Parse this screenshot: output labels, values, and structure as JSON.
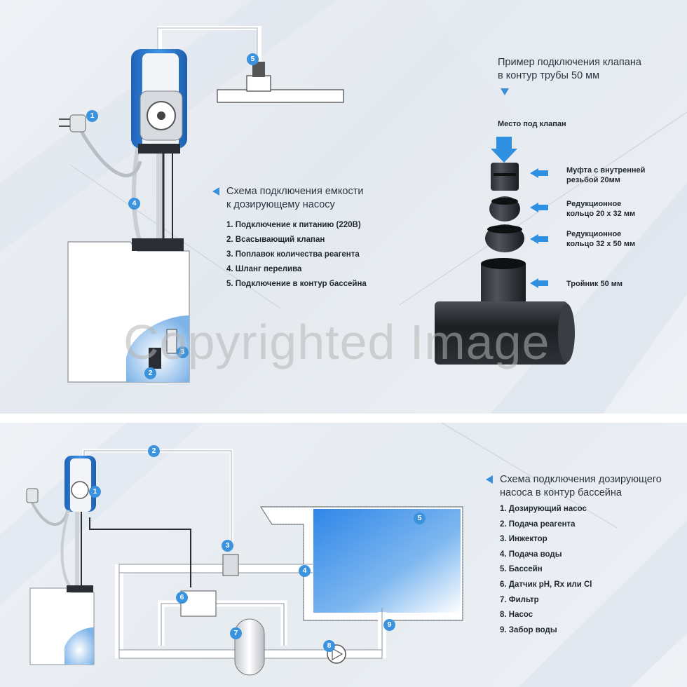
{
  "top": {
    "valve_heading": [
      "Пример подключения клапана",
      "в контур трубы 50 мм"
    ],
    "tank_heading": [
      "Схема подключения емкости",
      "к дозирующему насосу"
    ],
    "tank_list": [
      "1. Подключение к питанию  (220В)",
      "2. Всасывающий клапан",
      "3. Поплавок количества реагента",
      "4. Шланг перелива",
      "5. Подключение в контур бассейна"
    ],
    "valve_place_label": "Место под клапан",
    "parts": [
      [
        "Муфта с внутренней",
        "резьбой 20мм"
      ],
      [
        "Редукционное",
        "кольцо 20 х 32 мм"
      ],
      [
        "Редукционное",
        "кольцо 32 х 50 мм"
      ],
      [
        "Тройник 50 мм"
      ]
    ],
    "badges": [
      "1",
      "2",
      "3",
      "4",
      "5"
    ]
  },
  "bottom": {
    "heading": [
      "Схема подключения дозирующего",
      "насоса в контур бассейна"
    ],
    "list": [
      "1. Дозирующий насос",
      "2. Подача реагента",
      "3. Инжектор",
      "4. Подача воды",
      "5. Бассейн",
      "6. Датчик pH, Rx или Cl",
      "7. Фильтр",
      "8. Насос",
      "9. Забор воды"
    ],
    "badges": [
      "1",
      "2",
      "3",
      "4",
      "5",
      "6",
      "7",
      "8",
      "9"
    ]
  },
  "watermark": "Copyrighted Image",
  "colors": {
    "accent": "#3b93dd",
    "pump_blue": "#2f7fd0",
    "pipe_dark": "#2a2d33",
    "background": "#eef1f5"
  }
}
